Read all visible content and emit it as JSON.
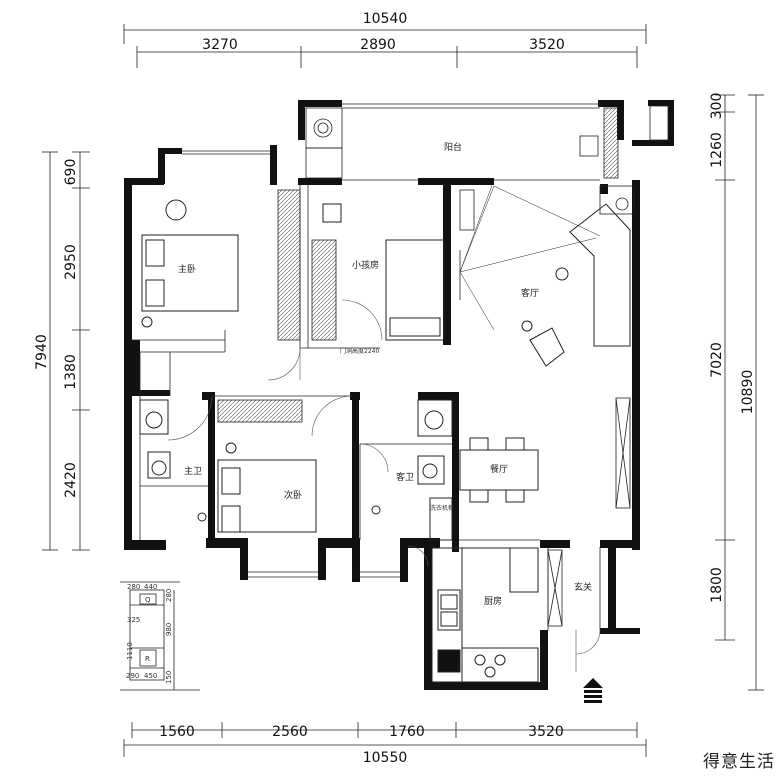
{
  "dimensions": {
    "top_total": "10540",
    "top_segments": [
      "3270",
      "2890",
      "3520"
    ],
    "bottom_segments": [
      "1560",
      "2560",
      "1760",
      "3520"
    ],
    "bottom_total": "10550",
    "left_total": "7940",
    "left_segments": [
      "690",
      "2950",
      "1380",
      "2420"
    ],
    "right_segments": [
      "300",
      "1260",
      "7020",
      "1800"
    ],
    "right_total": "10890"
  },
  "rooms": {
    "balcony": "阳台",
    "master_bedroom": "主卧",
    "kids_room": "小孩房",
    "living_room": "客厅",
    "master_bath": "主卫",
    "second_bedroom": "次卧",
    "guest_bath": "客卫",
    "dining_room": "餐厅",
    "kitchen": "厨房",
    "entrance": "玄关"
  },
  "annotations": {
    "door_height": "门洞高度2240",
    "cabinet_note": "洗衣机柜",
    "detail_dims": [
      "280",
      "440",
      "280",
      "325",
      "980",
      "1110",
      "290",
      "450",
      "150"
    ],
    "detail_labels": [
      "Q",
      "R"
    ]
  },
  "watermark": "得意生活",
  "colors": {
    "wall": "#111111",
    "line": "#222222"
  }
}
